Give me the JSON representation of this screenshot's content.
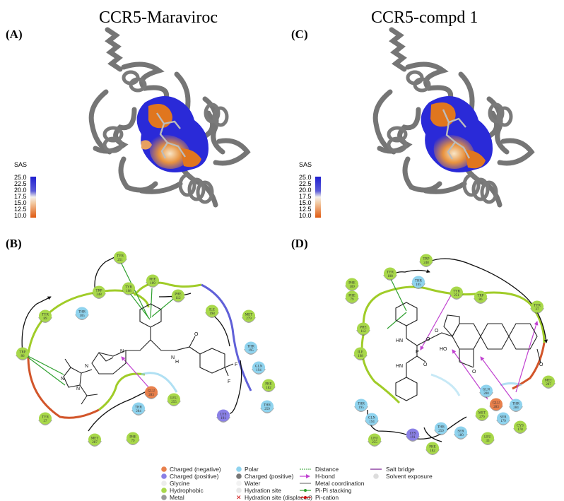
{
  "titles": {
    "left": "CCR5-Maraviroc",
    "right": "CCR5-compd 1"
  },
  "panels": {
    "a": "(A)",
    "b": "(B)",
    "c": "(C)",
    "d": "(D)"
  },
  "sas_scale": {
    "title": "SAS",
    "ticks": [
      "25.0",
      "22.5",
      "20.0",
      "17.5",
      "15.0",
      "12.5",
      "10.0"
    ],
    "colors": {
      "high": "#2020d0",
      "mid": "#f4f0ea",
      "low": "#e05a10"
    }
  },
  "colors": {
    "protein": "#6e6e6e",
    "pocket_blue": "#2a2ad8",
    "pocket_orange": "#e0761e",
    "hydrophobic": "#a8d84a",
    "polar": "#8fd3ee",
    "charged_neg": "#e8804c",
    "charged_pos": "#8a80e6",
    "hbond": "#c040d0",
    "pipi": "#2fa02f"
  },
  "panel_b": {
    "residues": [
      {
        "name": "TYR",
        "num": "251",
        "kind": "hydrophobic"
      },
      {
        "name": "PHE",
        "num": "109",
        "kind": "hydrophobic"
      },
      {
        "name": "TRP",
        "num": "248",
        "kind": "hydrophobic"
      },
      {
        "name": "TYR",
        "num": "108",
        "kind": "hydrophobic"
      },
      {
        "name": "PHE",
        "num": "112",
        "kind": "hydrophobic"
      },
      {
        "name": "TYR",
        "num": "89",
        "kind": "hydrophobic"
      },
      {
        "name": "THR",
        "num": "105",
        "kind": "polar"
      },
      {
        "name": "ILE",
        "num": "198",
        "kind": "hydrophobic"
      },
      {
        "name": "MET",
        "num": "279",
        "kind": "hydrophobic"
      },
      {
        "name": "TRP",
        "num": "86",
        "kind": "hydrophobic"
      },
      {
        "name": "THR",
        "num": "195",
        "kind": "polar"
      },
      {
        "name": "GLN",
        "num": "194",
        "kind": "polar"
      },
      {
        "name": "PHE",
        "num": "182",
        "kind": "hydrophobic"
      },
      {
        "name": "GLU",
        "num": "283",
        "kind": "charged_neg"
      },
      {
        "name": "LEU",
        "num": "255",
        "kind": "hydrophobic"
      },
      {
        "name": "THR",
        "num": "284",
        "kind": "polar"
      },
      {
        "name": "THR",
        "num": "259",
        "kind": "polar"
      },
      {
        "name": "LYS",
        "num": "191",
        "kind": "charged_pos"
      },
      {
        "name": "TYR",
        "num": "37",
        "kind": "hydrophobic"
      },
      {
        "name": "MET",
        "num": "287",
        "kind": "hydrophobic"
      },
      {
        "name": "PHE",
        "num": "79",
        "kind": "hydrophobic"
      }
    ],
    "atoms": {
      "n1": "N",
      "n2": "N",
      "n3": "N",
      "n4": "N",
      "nh": "N",
      "h": "H",
      "o": "O",
      "f1": "F",
      "f2": "F"
    }
  },
  "panel_d": {
    "residues": [
      {
        "name": "TRP",
        "num": "248",
        "kind": "hydrophobic"
      },
      {
        "name": "TYR",
        "num": "108",
        "kind": "hydrophobic"
      },
      {
        "name": "PHE",
        "num": "109",
        "kind": "hydrophobic"
      },
      {
        "name": "THR",
        "num": "105",
        "kind": "polar"
      },
      {
        "name": "PHE",
        "num": "79",
        "kind": "hydrophobic"
      },
      {
        "name": "TYR",
        "num": "251",
        "kind": "hydrophobic"
      },
      {
        "name": "TRP",
        "num": "86",
        "kind": "hydrophobic"
      },
      {
        "name": "TYR",
        "num": "37",
        "kind": "hydrophobic"
      },
      {
        "name": "PHE",
        "num": "112",
        "kind": "hydrophobic"
      },
      {
        "name": "ILE",
        "num": "198",
        "kind": "hydrophobic"
      },
      {
        "name": "MET",
        "num": "287",
        "kind": "hydrophobic"
      },
      {
        "name": "GLN",
        "num": "280",
        "kind": "polar"
      },
      {
        "name": "GLU",
        "num": "283",
        "kind": "charged_neg"
      },
      {
        "name": "THR",
        "num": "284",
        "kind": "polar"
      },
      {
        "name": "THR",
        "num": "195",
        "kind": "polar"
      },
      {
        "name": "MET",
        "num": "276",
        "kind": "hydrophobic"
      },
      {
        "name": "SER",
        "num": "179",
        "kind": "polar"
      },
      {
        "name": "CYS",
        "num": "178",
        "kind": "hydrophobic"
      },
      {
        "name": "GLN",
        "num": "194",
        "kind": "polar"
      },
      {
        "name": "THR",
        "num": "259",
        "kind": "polar"
      },
      {
        "name": "SER",
        "num": "180",
        "kind": "polar"
      },
      {
        "name": "LEU",
        "num": "33",
        "kind": "hydrophobic"
      },
      {
        "name": "LEU",
        "num": "255",
        "kind": "hydrophobic"
      },
      {
        "name": "LYS",
        "num": "191",
        "kind": "charged_pos"
      },
      {
        "name": "PHE",
        "num": "182",
        "kind": "hydrophobic"
      }
    ],
    "atoms": {
      "hn1": "HN",
      "hn2": "HN",
      "p": "P",
      "o1": "O",
      "o2": "O",
      "ho": "HO",
      "o3": "O",
      "o4": "O",
      "o5": "O"
    }
  },
  "legend": {
    "col1": [
      "Charged (negative)",
      "Charged (positive)",
      "Glycine",
      "Hydrophobic",
      "Metal"
    ],
    "col2": [
      "Polar",
      "Charged (positive)",
      "Water",
      "Hydration site",
      "Hydration site (displaced)"
    ],
    "col3": [
      "Distance",
      "H-bond",
      "Metal coordination",
      "Pi-Pi stacking",
      "Pi-cation"
    ],
    "col4": [
      "Salt bridge",
      "Solvent exposure"
    ]
  }
}
